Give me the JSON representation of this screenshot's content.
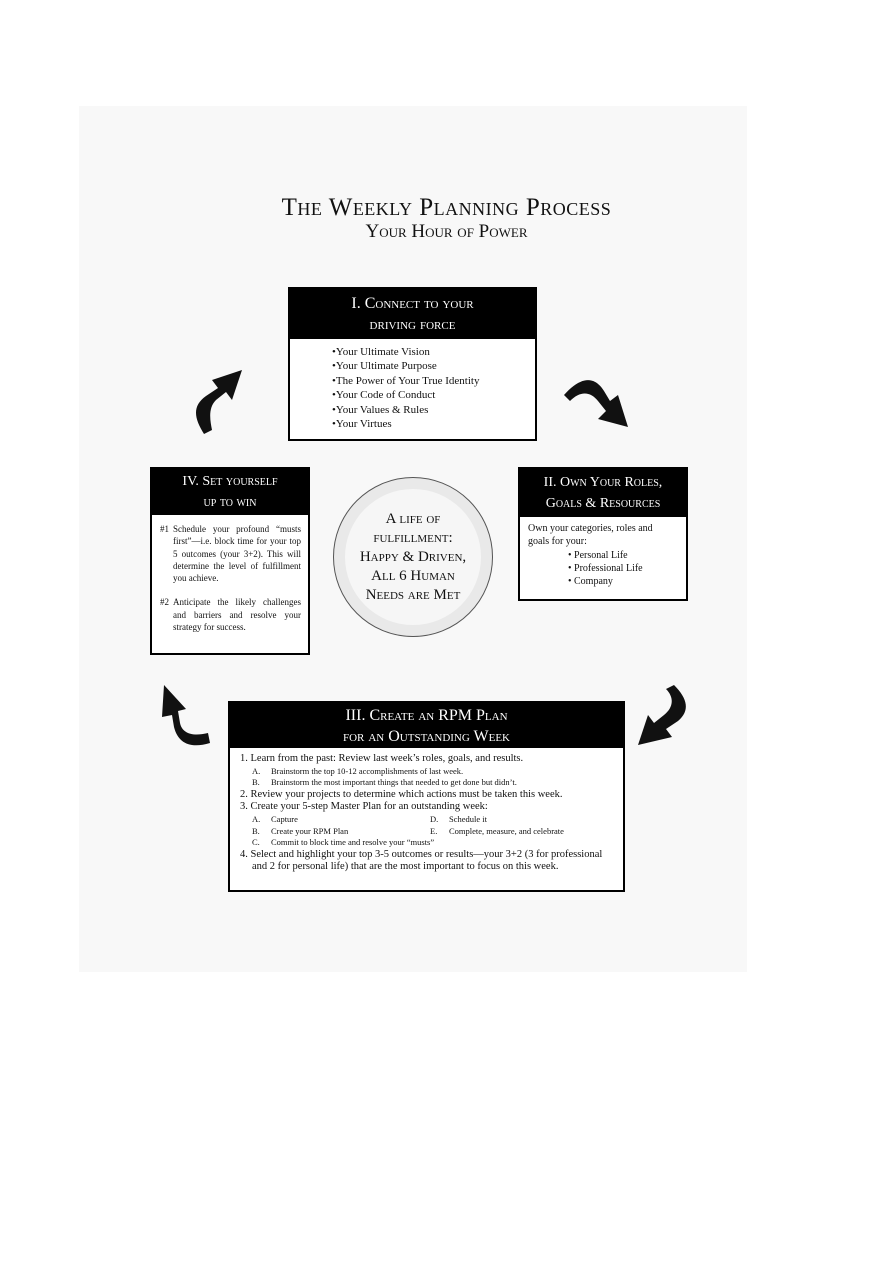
{
  "title": "The Weekly Planning Process",
  "subtitle": "Your Hour of Power",
  "box1": {
    "heading_line1": "I.  Connect to your",
    "heading_line2": "driving force",
    "items": [
      "Your Ultimate Vision",
      "Your Ultimate Purpose",
      "The Power of Your True Identity",
      "Your Code of Conduct",
      "Your Values & Rules",
      "Your Virtues"
    ]
  },
  "box2": {
    "heading_line1": "II.  Own Your Roles,",
    "heading_line2": "Goals & Resources",
    "intro_line1": "Own your categories, roles and",
    "intro_line2": "goals for your:",
    "items": [
      "Personal Life",
      "Professional Life",
      "Company"
    ]
  },
  "box3": {
    "heading_line1": "III.  Create an RPM Plan",
    "heading_line2": "for an Outstanding Week",
    "step1": "1. Learn from the past:  Review last week’s roles, goals, and results.",
    "step1_a": "Brainstorm the top 10-12 accomplishments of last week.",
    "step1_b": "Brainstorm the most important things that needed to get done but didn’t.",
    "step2": "2. Review your projects to determine which actions must be taken this week.",
    "step3": "3. Create your 5-step Master Plan for an outstanding week:",
    "step3_a": "Capture",
    "step3_d": "Schedule it",
    "step3_b": "Create your RPM Plan",
    "step3_e": "Complete, measure, and celebrate",
    "step3_c": "Commit to block time and resolve your “musts”",
    "step4_line1": "4. Select and highlight your top 3-5 outcomes or results—your 3+2 (3 for professional",
    "step4_line2": "and 2 for personal life) that are the most important to focus on this week.",
    "letters": [
      "A.",
      "B.",
      "C.",
      "D.",
      "E."
    ]
  },
  "box4": {
    "heading_line1": "IV.  Set yourself",
    "heading_line2": "up to win",
    "item1_num": "#1",
    "item1": "Schedule your profound “musts first”—i.e. block time for your top 5 outcomes (your 3+2). This will determine the level of fulfillment you achieve.",
    "item2_num": "#2",
    "item2": "Anticipate the likely challenges and barriers and resolve your strategy for success."
  },
  "center": {
    "line1": "A life of",
    "line2": "fulfillment:",
    "line3": "Happy & Driven,",
    "line4": "All 6 Human",
    "line5": "Needs are Met"
  },
  "colors": {
    "header_bg": "#000000",
    "panel_bg": "#f8f8f8",
    "circle_outer": "#e9e9e9"
  }
}
